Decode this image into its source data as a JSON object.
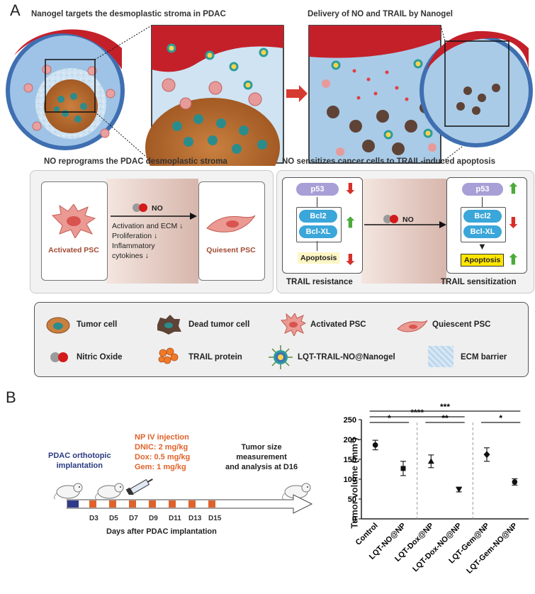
{
  "panel_a": {
    "letter": "A",
    "title_left": "Nanogel targets the desmoplastic stroma in PDAC",
    "title_right": "Delivery of NO and TRAIL by Nanogel",
    "stroma_title": "NO reprograms the PDAC desmoplastic stroma",
    "apoptosis_title": "NO sensitizes cancer cells to TRAIL-induced apoptosis",
    "activated_psc": "Activated PSC",
    "quiesent_psc": "Quiesent PSC",
    "no_label": "NO",
    "effects": [
      "Activation and ECM ↓",
      "Proliferation ↓",
      "Inflammatory",
      "cytokines ↓"
    ],
    "p53": "p53",
    "bcl2": "Bcl2",
    "bclxl": "Bcl-XL",
    "apoptosis": "Apoptosis",
    "trail_resistance": "TRAIL resistance",
    "trail_sensitization": "TRAIL sensitization",
    "legend": {
      "tumor_cell": "Tumor cell",
      "dead_tumor_cell": "Dead tumor cell",
      "activated_psc": "Activated PSC",
      "quiescent_psc": "Quiescent PSC",
      "nitric_oxide": "Nitric Oxide",
      "trail_protein": "TRAIL protein",
      "nanogel": "LQT-TRAIL-NO@Nanogel",
      "ecm": "ECM barrier"
    }
  },
  "panel_b": {
    "letter": "B",
    "implant_1": "PDAC orthotopic",
    "implant_2": "implantation",
    "injection_lines": [
      "NP IV injection",
      "DNIC: 2 mg/kg",
      "Dox: 0.5 mg/kg",
      "Gem: 1 mg/kg"
    ],
    "measure_lines": [
      "Tumor size",
      "measurement",
      "and analysis at D16"
    ],
    "days": [
      "D3",
      "D5",
      "D7",
      "D9",
      "D11",
      "D13",
      "D15"
    ],
    "days_caption": "Days after PDAC implantation"
  },
  "chart_data": {
    "type": "scatter",
    "title": "",
    "ylabel": "Tumor volume (mm³)",
    "xlabel": "",
    "ylim": [
      0,
      250
    ],
    "yticks": [
      0,
      50,
      100,
      150,
      200,
      250
    ],
    "categories": [
      "Control",
      "LQT-NO@NP",
      "LQT-Dox@NP",
      "LQT-Dox-NO@NP",
      "LQT-Gem@NP",
      "LQT-Gem-NO@NP"
    ],
    "values": [
      186,
      127,
      145,
      74,
      162,
      93
    ],
    "errors": [
      12,
      18,
      16,
      6,
      17,
      8
    ],
    "significance": [
      {
        "from": 0,
        "to": 1,
        "label": "*"
      },
      {
        "from": 0,
        "to": 3,
        "label": "****"
      },
      {
        "from": 0,
        "to": 5,
        "label": "***"
      },
      {
        "from": 2,
        "to": 3,
        "label": "**"
      },
      {
        "from": 4,
        "to": 5,
        "label": "*"
      }
    ]
  }
}
